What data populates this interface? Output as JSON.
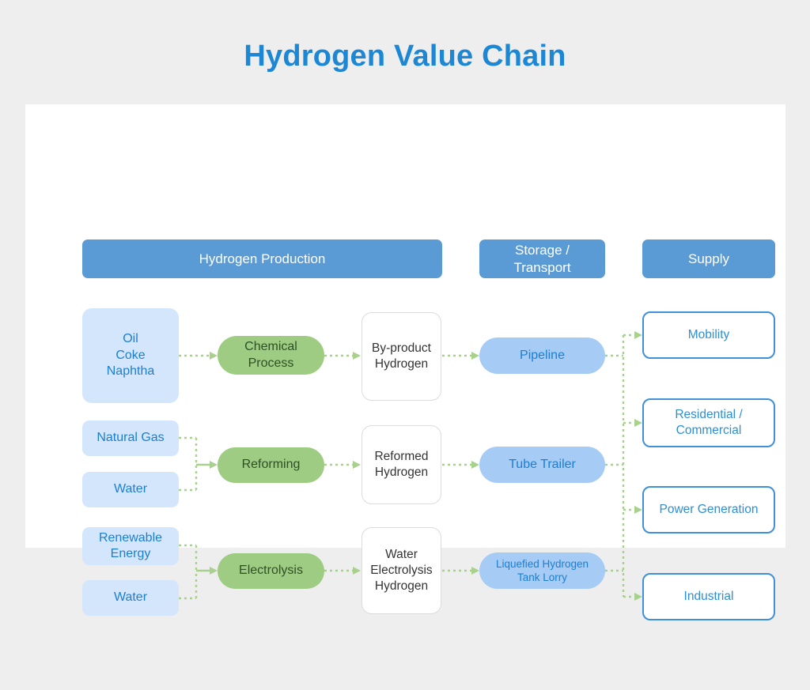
{
  "title": "Hydrogen Value Chain",
  "colors": {
    "background": "#eeeeee",
    "card": "#ffffff",
    "title_blue": "#1c87d4",
    "header_blue": "#5b9bd5",
    "feedstock_fill": "#d4e6fc",
    "feedstock_text": "#1a7fd4",
    "process_fill": "#9dcc82",
    "process_text": "#2f4f26",
    "product_border": "#dcdcdc",
    "product_text": "#333333",
    "transport_fill": "#a6cbf5",
    "transport_text": "#1a7fd4",
    "supply_border": "#3f90d8",
    "supply_text": "#2b8fd6",
    "connector_green": "#a8d18d"
  },
  "stage_headers": [
    {
      "label": "Hydrogen Production"
    },
    {
      "label": "Storage /\nTransport"
    },
    {
      "label": "Supply"
    }
  ],
  "feedstocks": [
    {
      "label": "Oil\nCoke\nNaphtha"
    },
    {
      "label": "Natural Gas"
    },
    {
      "label": "Water"
    },
    {
      "label": "Renewable\nEnergy"
    },
    {
      "label": "Water"
    }
  ],
  "processes": [
    {
      "label": "Chemical\nProcess"
    },
    {
      "label": "Reforming"
    },
    {
      "label": "Electrolysis"
    }
  ],
  "products": [
    {
      "label": "By-product\nHydrogen"
    },
    {
      "label": "Reformed\nHydrogen"
    },
    {
      "label": "Water\nElectrolysis\nHydrogen"
    }
  ],
  "transports": [
    {
      "label": "Pipeline"
    },
    {
      "label": "Tube Trailer"
    },
    {
      "label": "Liquefied Hydrogen\nTank Lorry"
    }
  ],
  "supplies": [
    {
      "label": "Mobility"
    },
    {
      "label": "Residential  /\nCommercial"
    },
    {
      "label": "Power Generation"
    },
    {
      "label": "Industrial"
    }
  ]
}
